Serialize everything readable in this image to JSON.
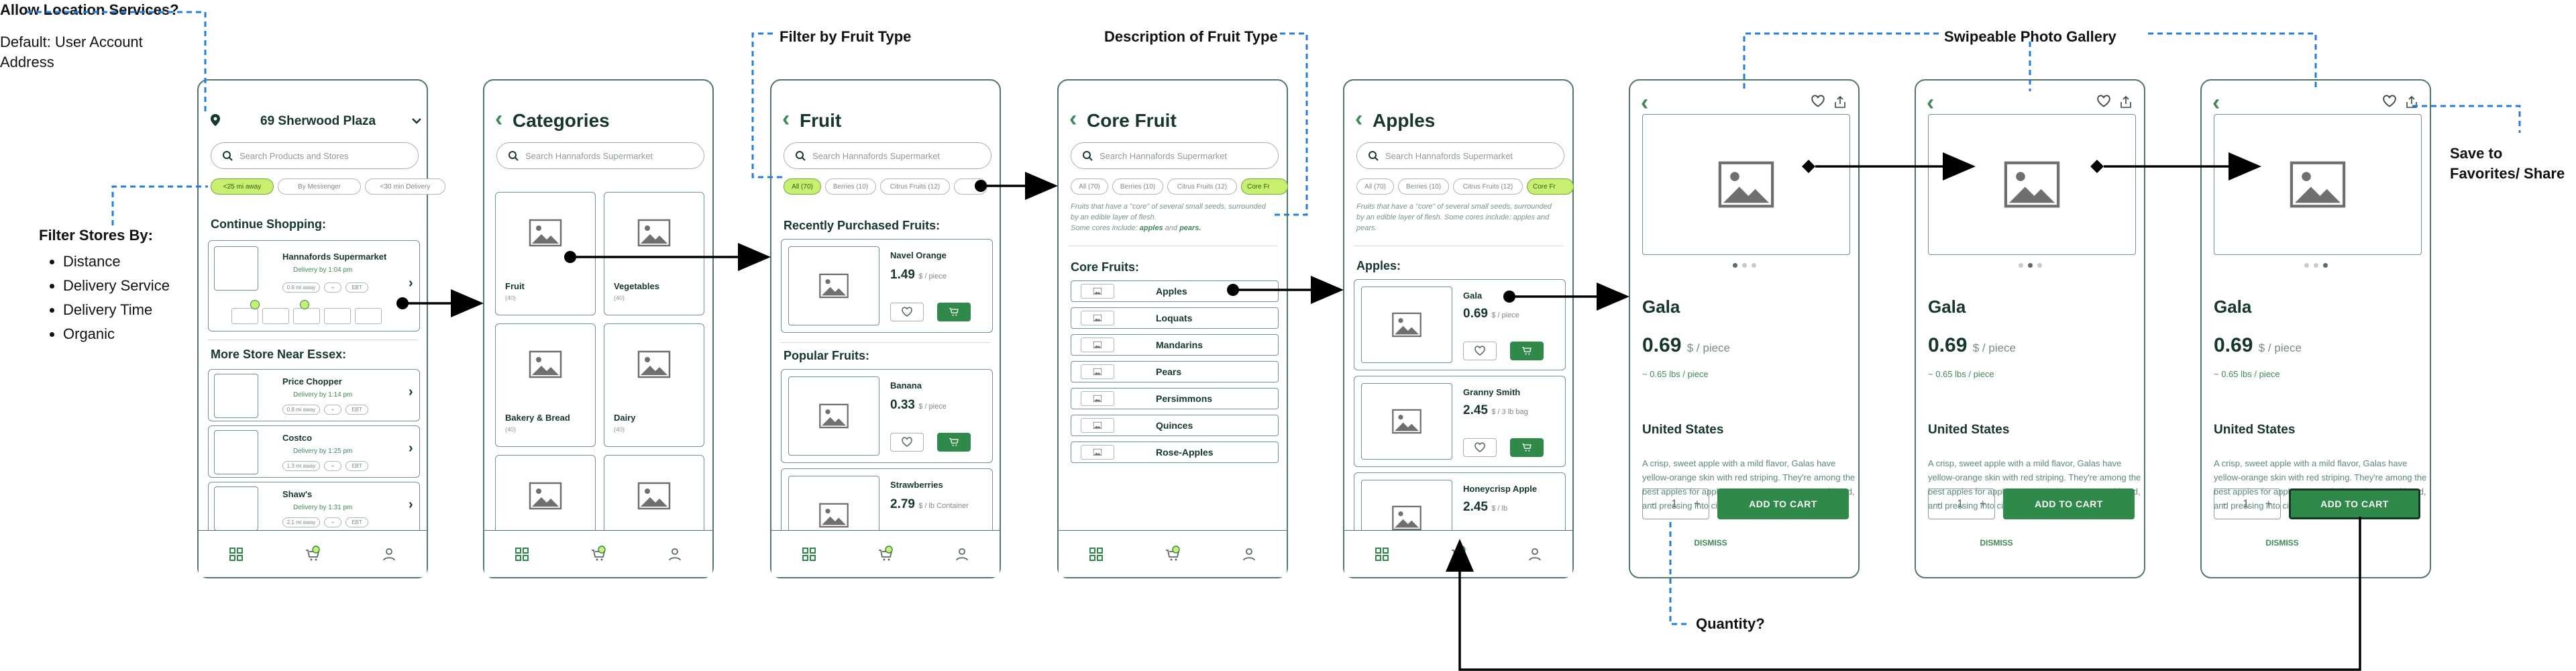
{
  "annotations": {
    "location_title": "Allow Location Services?",
    "location_default": "Default: User Account Address",
    "filter_title": "Filter Stores By:",
    "filter_items": [
      "Distance",
      "Delivery Service",
      "Delivery Time",
      "Organic"
    ],
    "filter_fruit": "Filter by Fruit Type",
    "describe_fruit": "Description of Fruit Type",
    "gallery": "Swipeable Photo Gallery",
    "favorites": "Save to Favorites/ Share",
    "quantity": "Quantity?"
  },
  "home": {
    "location": "69 Sherwood Plaza",
    "search_placeholder": "Search Products and Stores",
    "chips": [
      "<25 mi away",
      "By Messenger",
      "<30 min Delivery"
    ],
    "continue_title": "Continue Shopping:",
    "continue_store": {
      "name": "Hannafords Supermarket",
      "delivery": "Delivery by 1:04 pm",
      "distance": "0.6 mi away",
      "badge": "EBT"
    },
    "more_title": "More Store Near Essex:",
    "stores": [
      {
        "name": "Price Chopper",
        "delivery": "Delivery by 1:14 pm",
        "distance": "0.8 mi away",
        "badge": "EBT"
      },
      {
        "name": "Costco",
        "delivery": "Delivery by 1:25 pm",
        "distance": "1.3 mi away",
        "badge": "EBT"
      },
      {
        "name": "Shaw's",
        "delivery": "Delivery by 1:31 pm",
        "distance": "2.1 mi away",
        "badge": "EBT"
      }
    ]
  },
  "categories": {
    "title": "Categories",
    "search_placeholder": "Search Hannafords Supermarket",
    "items": [
      {
        "label": "Fruit",
        "sub": "(40)"
      },
      {
        "label": "Vegetables",
        "sub": "(40)"
      },
      {
        "label": "Bakery & Bread",
        "sub": "(40)"
      },
      {
        "label": "Dairy",
        "sub": "(40)"
      }
    ]
  },
  "fruit": {
    "title": "Fruit",
    "search_placeholder": "Search Hannafords Supermarket",
    "chips": [
      "All (70)",
      "Berries (10)",
      "Citrus Fruits (12)"
    ],
    "recent_title": "Recently Purchased Fruits:",
    "popular_title": "Popular Fruits:",
    "recent": [
      {
        "name": "Navel Orange",
        "price": "1.49",
        "unit": "$ / piece"
      }
    ],
    "popular": [
      {
        "name": "Banana",
        "price": "0.33",
        "unit": "$ / piece"
      },
      {
        "name": "Strawberries",
        "price": "2.79",
        "unit": "$ / lb Container"
      }
    ]
  },
  "core": {
    "title": "Core Fruit",
    "search_placeholder": "Search Hannafords Supermarket",
    "chips": [
      "All (70)",
      "Berries (10)",
      "Citrus Fruits (12)",
      "Core Fr"
    ],
    "desc_a": "Fruits that have a \"core\" of several small seeds, surrounded by an edible layer of flesh.",
    "desc_b": "Some cores include:",
    "desc_apples": "apples",
    "desc_and": "and",
    "desc_pears": "pears.",
    "list_title": "Core Fruits:",
    "items": [
      "Apples",
      "Loquats",
      "Mandarins",
      "Pears",
      "Persimmons",
      "Quinces",
      "Rose-Apples"
    ]
  },
  "apples": {
    "title": "Apples",
    "search_placeholder": "Search Hannafords Supermarket",
    "chips": [
      "All (70)",
      "Berries (10)",
      "Citrus Fruits (12)",
      "Core Fr"
    ],
    "desc": "Fruits that have a \"core\" of several small seeds, surrounded by an edible layer of flesh. Some cores include: apples and pears.",
    "list_title": "Apples:",
    "items": [
      {
        "name": "Gala",
        "price": "0.69",
        "unit": "$ / piece"
      },
      {
        "name": "Granny Smith",
        "price": "2.45",
        "unit": "$ / 3 lb bag"
      },
      {
        "name": "Honeycrisp Apple",
        "price": "2.45",
        "unit": "$ / lb"
      }
    ]
  },
  "detail": {
    "name": "Gala",
    "price": "0.69",
    "unit": "$ / piece",
    "weight": "~ 0.65 lbs / piece",
    "origin": "United States",
    "description": "A crisp, sweet apple with a mild flavor, Galas have yellow-orange skin with red striping. They're among the best apples for applesauce, salads, eating out-of-hand, and pressing into cider.",
    "qty_minus": "-",
    "qty_value": "1",
    "qty_plus": "+",
    "add_to_cart": "ADD TO CART",
    "dismiss": "DISMISS"
  },
  "colors": {
    "brand_green": "#2f8a4a",
    "accent_lime": "#c8ef6e",
    "frame": "#4d7a61",
    "callout_blue": "#1f7ee0"
  }
}
